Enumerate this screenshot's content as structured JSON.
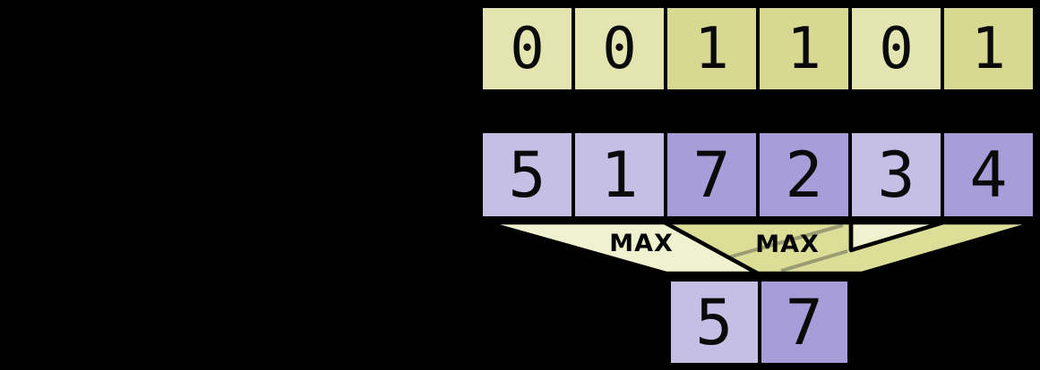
{
  "background_color": "#000000",
  "mask_row": {
    "cells": [
      {
        "value": "0",
        "variant": "light"
      },
      {
        "value": "0",
        "variant": "light"
      },
      {
        "value": "1",
        "variant": "dark"
      },
      {
        "value": "1",
        "variant": "dark"
      },
      {
        "value": "0",
        "variant": "light"
      },
      {
        "value": "1",
        "variant": "dark"
      }
    ],
    "colors": {
      "light": "#e3e4b0",
      "dark": "#d8d991"
    }
  },
  "value_row": {
    "cells": [
      {
        "value": "5",
        "variant": "light"
      },
      {
        "value": "1",
        "variant": "light"
      },
      {
        "value": "7",
        "variant": "dark"
      },
      {
        "value": "2",
        "variant": "dark"
      },
      {
        "value": "3",
        "variant": "light"
      },
      {
        "value": "4",
        "variant": "dark"
      }
    ],
    "colors": {
      "light": "#c5bee5",
      "dark": "#a79ed9"
    }
  },
  "output_row": {
    "cells": [
      {
        "value": "5",
        "variant": "light"
      },
      {
        "value": "7",
        "variant": "dark"
      }
    ]
  },
  "operations": {
    "left_label": "MAX",
    "right_label": "MAX",
    "funnel_colors": {
      "cream": "#f0f1cf",
      "olive": "#dcdd97"
    },
    "edge_color": "#000000",
    "overlap_line_color": "#9b9c73"
  }
}
